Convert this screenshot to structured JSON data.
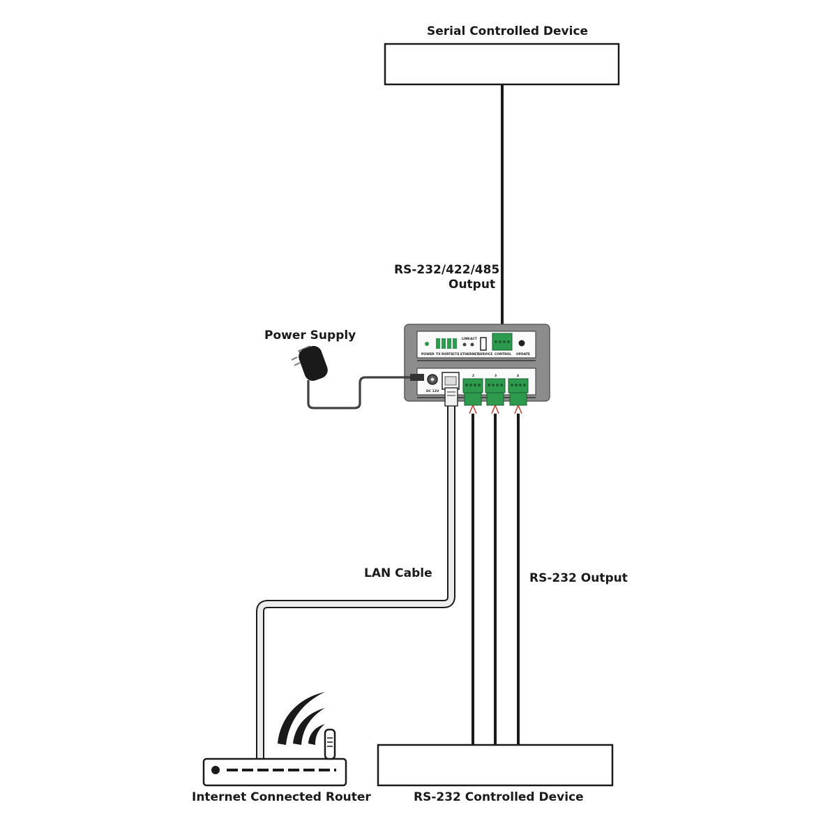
{
  "labels": {
    "serial_device": "Serial Controlled Device",
    "rs_output_line1": "RS-232/422/485",
    "rs_output_line2": "Output",
    "power_supply": "Power Supply",
    "lan_cable": "LAN Cable",
    "rs232_output": "RS-232 Output",
    "router": "Internet Connected Router",
    "rs232_device": "RS-232 Controlled Device"
  },
  "front_panel": {
    "power": "POWER",
    "tx": "TX",
    "rx": "RX",
    "rts": "RTS",
    "cts": "CTS",
    "link": "LINK",
    "act": "ACT",
    "ethernet": "ETHERNET",
    "service": "SERVICE",
    "control": "CONTROL",
    "update": "UPDATE"
  },
  "rear_panel": {
    "dc": "DC 12V",
    "port2": "2",
    "port3": "3",
    "port4": "4"
  },
  "colors": {
    "line": "#1a1a1a",
    "terminal_green": "#2e9a4e",
    "device_gray": "#8c8c8c",
    "lan_cable": "#e8e8e8"
  }
}
